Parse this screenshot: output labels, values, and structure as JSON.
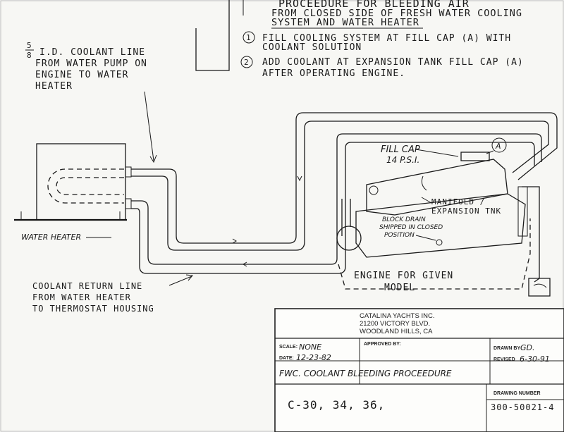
{
  "header": {
    "line1": "PROCEEDURE FOR BLEEDING AIR",
    "line2": "FROM CLOSED SIDE OF FRESH WATER COOLING",
    "line3": "SYSTEM AND WATER HEATER"
  },
  "steps": [
    {
      "num": "1",
      "line1": "FILL COOLING SYSTEM AT FILL CAP (A) WITH",
      "line2": "COOLANT SOLUTION"
    },
    {
      "num": "2",
      "line1": "ADD COOLANT AT EXPANSION TANK FILL CAP (A)",
      "line2": "AFTER OPERATING ENGINE."
    }
  ],
  "labels": {
    "coolant_line_fraction_num": "5",
    "coolant_line_fraction_den": "8",
    "coolant_line_1": "I.D. COOLANT LINE",
    "coolant_line_2": "FROM WATER PUMP ON",
    "coolant_line_3": "ENGINE TO WATER",
    "coolant_line_4": "HEATER",
    "water_heater": "WATER HEATER",
    "return_line_1": "COOLANT RETURN LINE",
    "return_line_2": "FROM WATER HEATER",
    "return_line_3": "TO THERMOSTAT HOUSING",
    "fill_cap_1": "FILL CAP",
    "fill_cap_2": "14 P.S.I.",
    "fill_cap_marker": "A",
    "manifold_1": "MANIFOLD /",
    "manifold_2": "EXPANSION TNK",
    "block_drain_1": "BLOCK DRAIN",
    "block_drain_2": "SHIPPED IN CLOSED",
    "block_drain_3": "POSITION",
    "engine_1": "ENGINE FOR GIVEN",
    "engine_2": "MODEL"
  },
  "title_block": {
    "company_1": "CATALINA YACHTS INC.",
    "company_2": "21200 VICTORY BLVD.",
    "company_3": "WOODLAND HILLS, CA",
    "scale_label": "SCALE:",
    "scale_value": "NONE",
    "approved_label": "APPROVED BY:",
    "drawn_label": "DRAWN BY",
    "drawn_value": "GD.",
    "date_label": "DATE:",
    "date_value": "12-23-82",
    "revised_label": "REVISED",
    "revised_value": "6-30-91",
    "drawing_title": "FWC. COOLANT BLEEDING PROCEEDURE",
    "models": "C-30, 34, 36,",
    "drawing_number_label": "DRAWING NUMBER",
    "drawing_number_value": "300-50021-4"
  }
}
